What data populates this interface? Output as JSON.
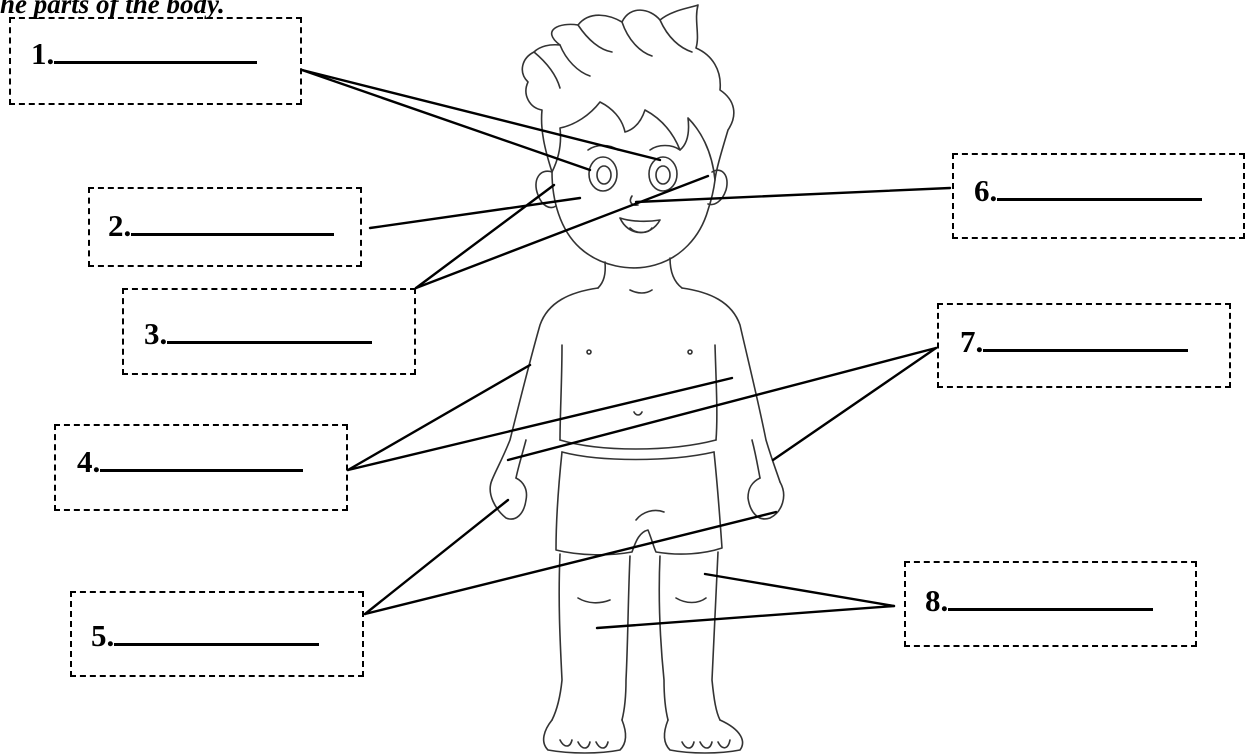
{
  "instruction": "he parts of the body.",
  "labels": [
    {
      "number": "1."
    },
    {
      "number": "2."
    },
    {
      "number": "3."
    },
    {
      "number": "4."
    },
    {
      "number": "5."
    },
    {
      "number": "6."
    },
    {
      "number": "7."
    },
    {
      "number": "8."
    }
  ]
}
